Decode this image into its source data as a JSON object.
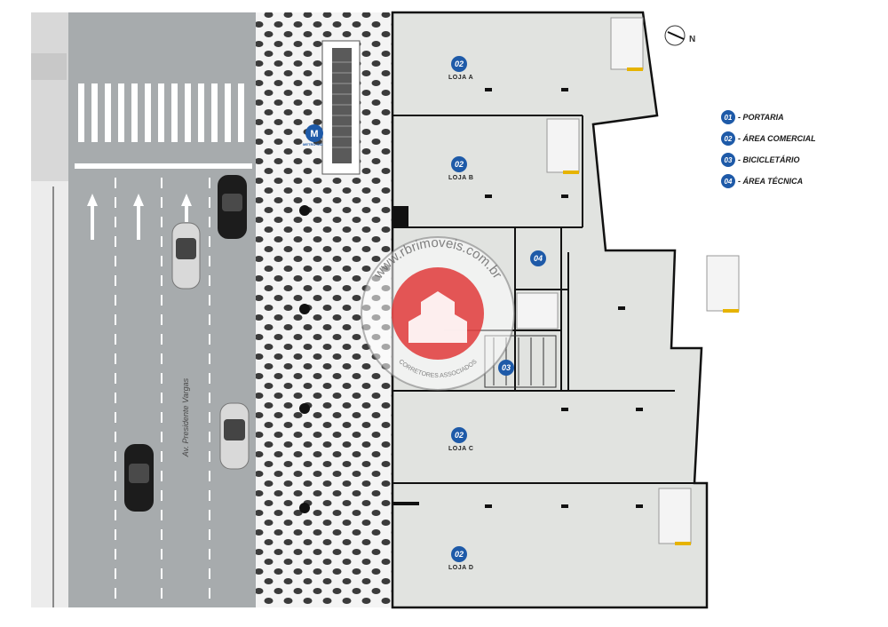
{
  "street": {
    "name": "Av. Presidente Vargas"
  },
  "metro": {
    "label": "METRÔ RIO",
    "color": "#1e5aa8"
  },
  "north": {
    "label": "N"
  },
  "stores": [
    {
      "badge": "02",
      "label": "LOJA A"
    },
    {
      "badge": "02",
      "label": "LOJA B"
    },
    {
      "badge": "02",
      "label": "LOJA C"
    },
    {
      "badge": "02",
      "label": "LOJA D"
    }
  ],
  "areas": [
    {
      "badge": "04"
    },
    {
      "badge": "03"
    }
  ],
  "legend": [
    {
      "code": "01",
      "text": "- PORTARIA"
    },
    {
      "code": "02",
      "text": "- ÁREA COMERCIAL"
    },
    {
      "code": "03",
      "text": "- BICICLETÁRIO"
    },
    {
      "code": "04",
      "text": "- ÁREA TÉCNICA"
    }
  ],
  "watermark": {
    "site": "www.rbrimoveis.com.br",
    "tag": "CORRETORES ASSOCIADOS"
  },
  "colors": {
    "badge": "#1e5aa8",
    "road": "#a7abad",
    "floor": "#e1e3e0",
    "watermark_red": "#e03a3a"
  }
}
